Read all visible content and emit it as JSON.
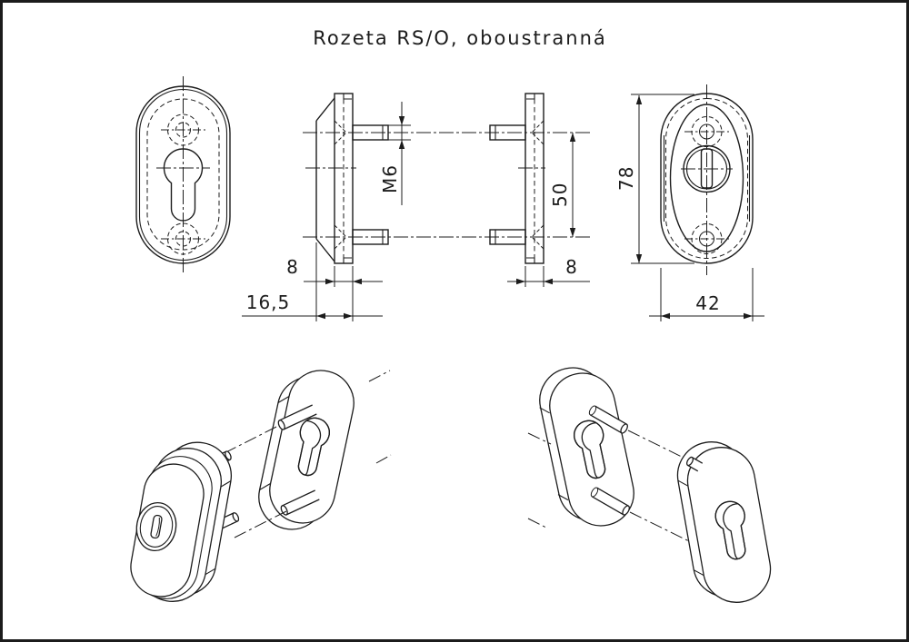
{
  "title": "Rozeta RS/O, oboustranná",
  "colors": {
    "background": "#ffffff",
    "line": "#1c1c1c"
  },
  "dimensions": {
    "thread": "M6",
    "pin_spacing": "50",
    "left_plate_thickness": "8",
    "right_plate_thickness": "8",
    "overall_depth": "16,5",
    "rosette_height": "78",
    "rosette_width": "42"
  }
}
